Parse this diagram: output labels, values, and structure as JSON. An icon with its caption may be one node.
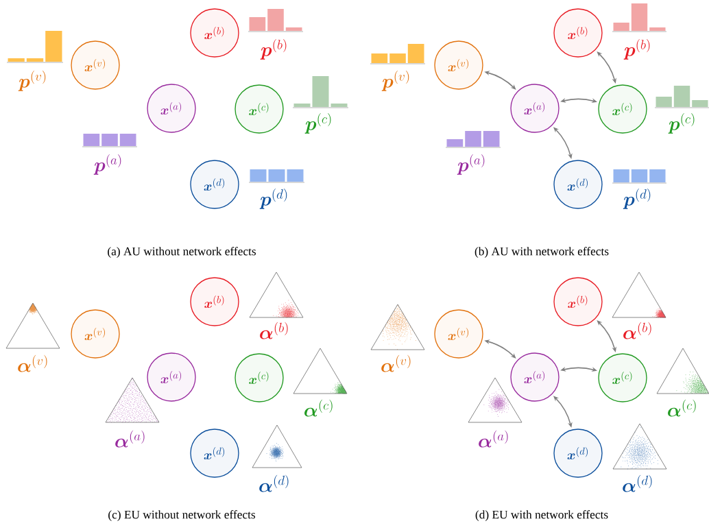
{
  "diagram": {
    "nodes": [
      {
        "text": [
          "\\boldsymbol{x}^{(b)}"
        ]
      },
      {
        "text": [
          "\\boldsymbol{x}^{(v)}"
        ]
      },
      {
        "text": [
          "\\boldsymbol{x}^{(a)}"
        ]
      },
      {
        "text": [
          "\\boldsymbol{x}^{(c)}"
        ]
      },
      {
        "text": [
          "\\boldsymbol{x}^{(d)}"
        ]
      },
      {
        "text": [
          "\\boldsymbol{x}^{(b)}"
        ]
      },
      {
        "text": [
          "\\boldsymbol{x}^{(v)}"
        ]
      },
      {
        "text": [
          "\\boldsymbol{x}^{(a)}"
        ]
      },
      {
        "text": [
          "\\boldsymbol{x}^{(c)}"
        ]
      },
      {
        "text": [
          "\\boldsymbol{x}^{(d)}"
        ]
      },
      {
        "text": [
          "\\boldsymbol{x}^{(b)}"
        ]
      },
      {
        "text": [
          "\\boldsymbol{x}^{(v)}"
        ]
      },
      {
        "text": [
          "\\boldsymbol{x}^{(a)}"
        ]
      },
      {
        "text": [
          "\\boldsymbol{x}^{(c)}"
        ]
      },
      {
        "text": [
          "\\boldsymbol{x}^{(d)}"
        ]
      },
      {
        "text": [
          "\\boldsymbol{x}^{(b)}"
        ]
      },
      {
        "text": [
          "\\boldsymbol{x}^{(v)}"
        ]
      },
      {
        "text": [
          "\\boldsymbol{x}^{(a)}"
        ]
      },
      {
        "text": [
          "\\boldsymbol{x}^{(c)}"
        ]
      },
      {
        "text": [
          "\\boldsymbol{x}^{(d)}"
        ]
      }
    ],
    "edges": [
      {
        "from": 6,
        "to": 7,
        "arrow": "both"
      },
      {
        "from": 5,
        "to": 8,
        "arrow": "both"
      },
      {
        "from": 7,
        "to": 8,
        "arrow": "both"
      },
      {
        "from": 7,
        "to": 9,
        "arrow": "both"
      },
      {
        "from": 16,
        "to": 17,
        "arrow": "both"
      },
      {
        "from": 15,
        "to": 18,
        "arrow": "both"
      },
      {
        "from": 17,
        "to": 18,
        "arrow": "both"
      },
      {
        "from": 17,
        "to": 19,
        "arrow": "both"
      }
    ],
    "labels": [
      "\\boldsymbol{p}^{(b)}",
      "\\boldsymbol{p}^{(v)}",
      "\\boldsymbol{p}^{(c)}",
      "\\boldsymbol{p}^{(a)}",
      "\\boldsymbol{p}^{(d)}",
      "\\boldsymbol{p}^{(b)}",
      "\\boldsymbol{p}^{(v)}",
      "\\boldsymbol{p}^{(c)}",
      "\\boldsymbol{p}^{(a)}",
      "\\boldsymbol{p}^{(d)}",
      "(a) AU without network effects",
      "(b) AU with network effects",
      "\\boldsymbol{\\alpha}^{(b)}",
      "\\boldsymbol{\\alpha}^{(v)}",
      "\\boldsymbol{\\alpha}^{(c)}",
      "\\boldsymbol{\\alpha}^{(a)}",
      "\\boldsymbol{\\alpha}^{(d)}",
      "\\boldsymbol{\\alpha}^{(b)}",
      "\\boldsymbol{\\alpha}^{(v)}",
      "\\boldsymbol{\\alpha}^{(c)}",
      "\\boldsymbol{\\alpha}^{(a)}",
      "\\boldsymbol{\\alpha}^{(d)}",
      "(c) EU without network effects",
      "(d) EU with network effects"
    ]
  }
}
